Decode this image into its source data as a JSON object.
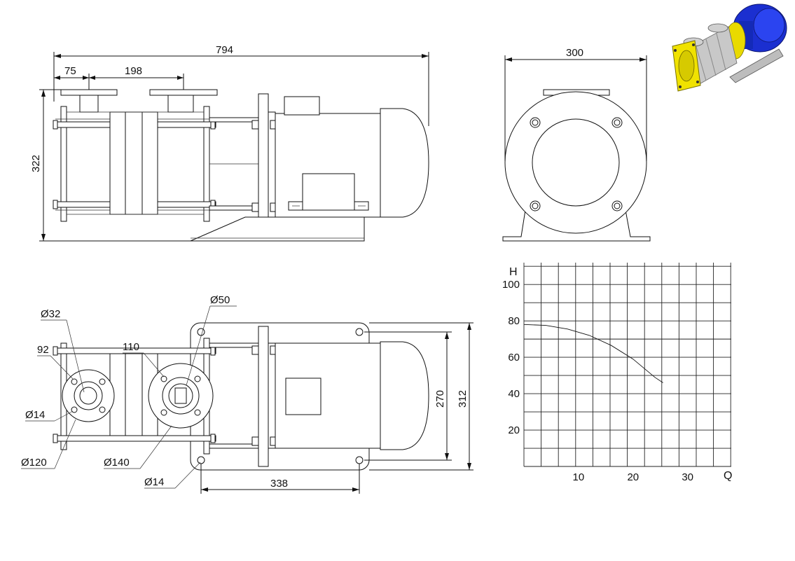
{
  "side_view": {
    "dim_overall_length": "794",
    "dim_flange_offset": "75",
    "dim_flange_spacing": "198",
    "dim_height": "322"
  },
  "end_view": {
    "dim_width": "300"
  },
  "top_view": {
    "inlet_bore": "Ø32",
    "outlet_bore": "Ø50",
    "inlet_bolt_circle": "92",
    "outlet_bolt_circle": "110",
    "inlet_bolt_hole": "Ø14",
    "inlet_flange_dia": "Ø120",
    "outlet_flange_dia": "Ø140",
    "base_hole": "Ø14",
    "base_hole_spacing": "338",
    "base_inner_width": "270",
    "base_outer_width": "312"
  },
  "chart_data": {
    "type": "line",
    "xlabel": "Q",
    "ylabel": "H",
    "xlim": [
      0,
      38
    ],
    "ylim": [
      0,
      112
    ],
    "x_ticks": [
      10,
      20,
      30
    ],
    "y_ticks": [
      20,
      40,
      60,
      80,
      100
    ],
    "grid": true,
    "series": [
      {
        "x": [
          0,
          4,
          8,
          12,
          16,
          20,
          24,
          25.5
        ],
        "y": [
          78,
          77.5,
          75.5,
          72,
          66.5,
          59,
          49,
          46
        ]
      }
    ]
  },
  "colors": {
    "pump_body": "#f0e200",
    "motor": "#1b2fd0",
    "casing": "#c8c8c8",
    "line": "#111111"
  }
}
